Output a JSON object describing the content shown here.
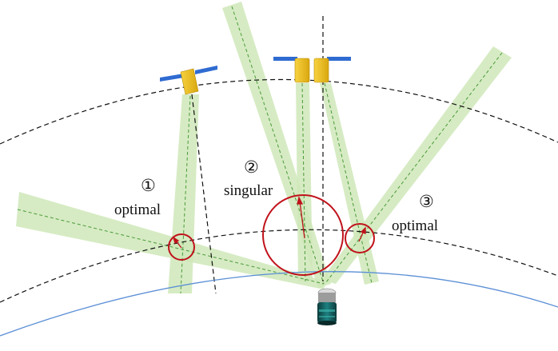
{
  "labels": {
    "case1": {
      "number": "①",
      "text": "optimal"
    },
    "case2": {
      "number": "②",
      "text": "singular"
    },
    "case3": {
      "number": "③",
      "text": "optimal"
    }
  },
  "icons": [
    "satellite-icon",
    "ground-receiver-icon"
  ],
  "colors": {
    "beam_fill": "#cfe8b8",
    "beam_line": "#4a9a3a",
    "error_circle": "#c0121b",
    "earth_surface": "#5b8fd6",
    "dashed_orbit": "#111111",
    "satellite_body": "#f2c21a",
    "solar_panel": "#2f6bd1"
  }
}
